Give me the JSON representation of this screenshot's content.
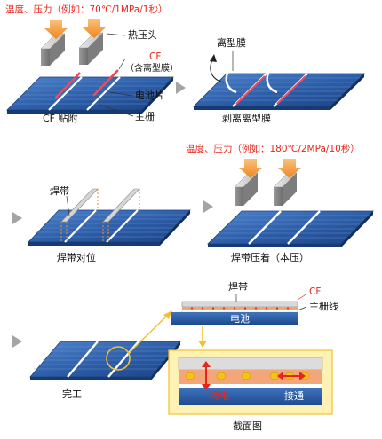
{
  "step1": {
    "condition": "温度、压力（例如：70℃/1MPa/1秒）",
    "hot_press_head": "热压头",
    "cf": "CF",
    "release_film_note": "（含离型膜）",
    "cell": "电池片",
    "busbar": "主栅",
    "caption": "CF 贴附"
  },
  "step2": {
    "release_film": "离型膜",
    "caption": "剥离离型膜"
  },
  "step3": {
    "ribbon": "焊带",
    "caption": "焊带对位"
  },
  "step4": {
    "condition": "温度、压力（例如：180℃/2MPa/10秒）",
    "caption": "焊带压着（本压）"
  },
  "step5": {
    "caption": "完工",
    "ribbon": "焊带",
    "cf": "CF",
    "busbar_line": "主栅线",
    "cell": "电池",
    "cross_section": "截面图",
    "insulation": "隔电",
    "conduction": "接通"
  },
  "colors": {
    "red": "#e8251b",
    "cell_blue": "#2f62ad",
    "arrow_orange": "#f7a040",
    "highlight_yellow": "#f5c02a",
    "panel_yellow": "#fdf2b3"
  }
}
